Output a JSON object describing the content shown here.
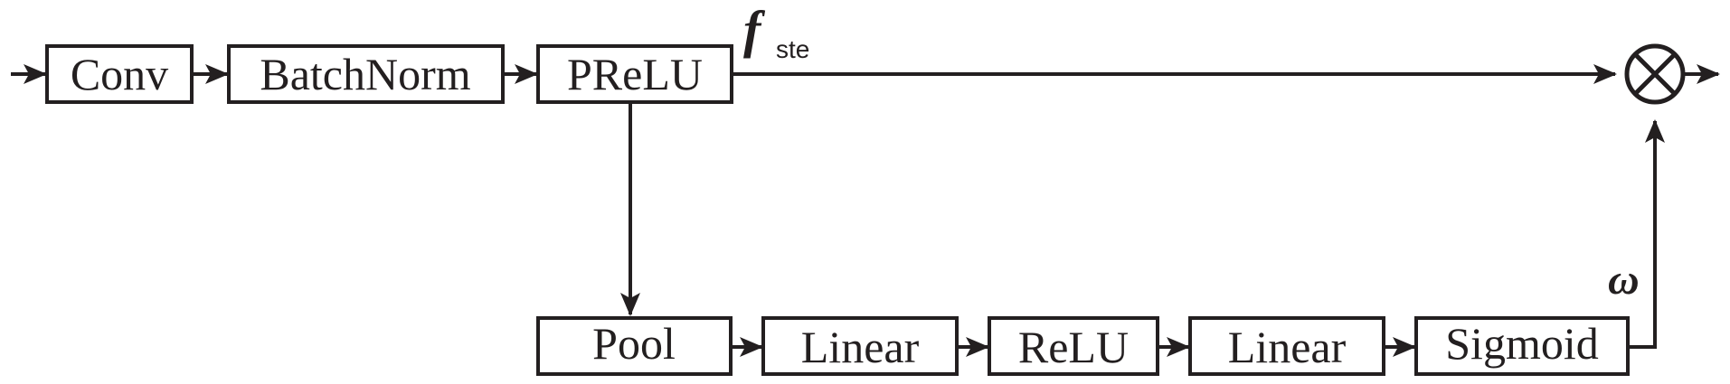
{
  "diagram": {
    "stem_blocks": {
      "conv": "Conv",
      "batchnorm": "BatchNorm",
      "prelu": "PReLU"
    },
    "attention_blocks": {
      "pool": "Pool",
      "linear1": "Linear",
      "relu": "ReLU",
      "linear2": "Linear",
      "sigmoid": "Sigmoid"
    },
    "labels": {
      "feature_symbol": "f",
      "feature_subscript": "ste",
      "weight_symbol": "ω"
    },
    "operator": {
      "multiply_icon": "circle-times-icon"
    },
    "colors": {
      "stroke": "#231f20",
      "background": "#ffffff"
    }
  }
}
